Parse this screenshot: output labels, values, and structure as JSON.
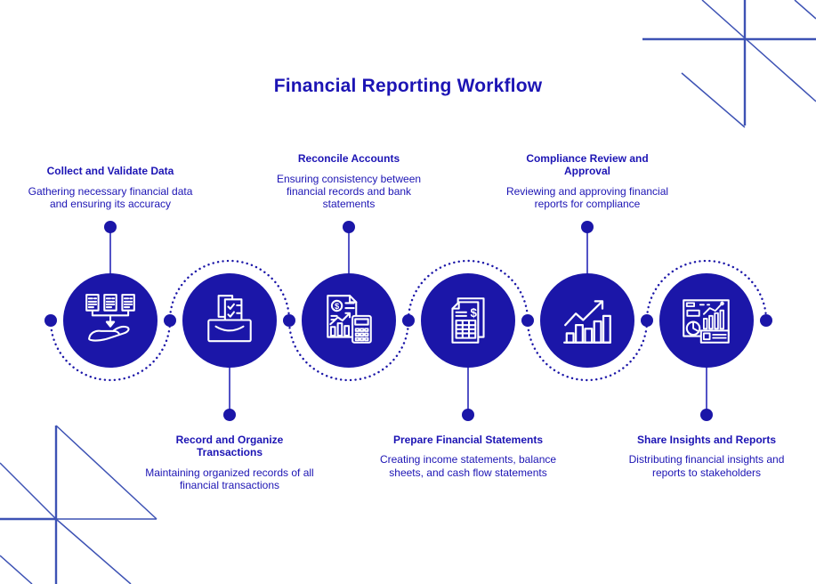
{
  "title": "Financial Reporting Workflow",
  "colors": {
    "accent": "#1B16A8",
    "text": "#1C14B4",
    "decor": "#3D52B4",
    "stem": "#5353C6",
    "background": "#FFFFFF"
  },
  "steps": [
    {
      "title": "Collect and Validate Data",
      "description": "Gathering necessary financial data and ensuring its accuracy",
      "icon": "documents-to-hand-icon",
      "text_position": "above"
    },
    {
      "title": "Record and Organize Transactions",
      "description": "Maintaining organized records of all financial transactions",
      "icon": "documents-in-drawer-icon",
      "text_position": "below"
    },
    {
      "title": "Reconcile Accounts",
      "description": "Ensuring consistency between financial records and bank statements",
      "icon": "statement-calculator-icon",
      "text_position": "above"
    },
    {
      "title": "Prepare Financial Statements",
      "description": "Creating income statements, balance sheets, and cash flow statements",
      "icon": "financial-statement-icon",
      "text_position": "below"
    },
    {
      "title": "Compliance Review and Approval",
      "description": "Reviewing and approving financial reports for compliance",
      "icon": "growth-bar-chart-icon",
      "text_position": "above"
    },
    {
      "title": "Share Insights and Reports",
      "description": "Distributing financial insights and reports to stakeholders",
      "icon": "dashboard-report-icon",
      "text_position": "below"
    }
  ]
}
